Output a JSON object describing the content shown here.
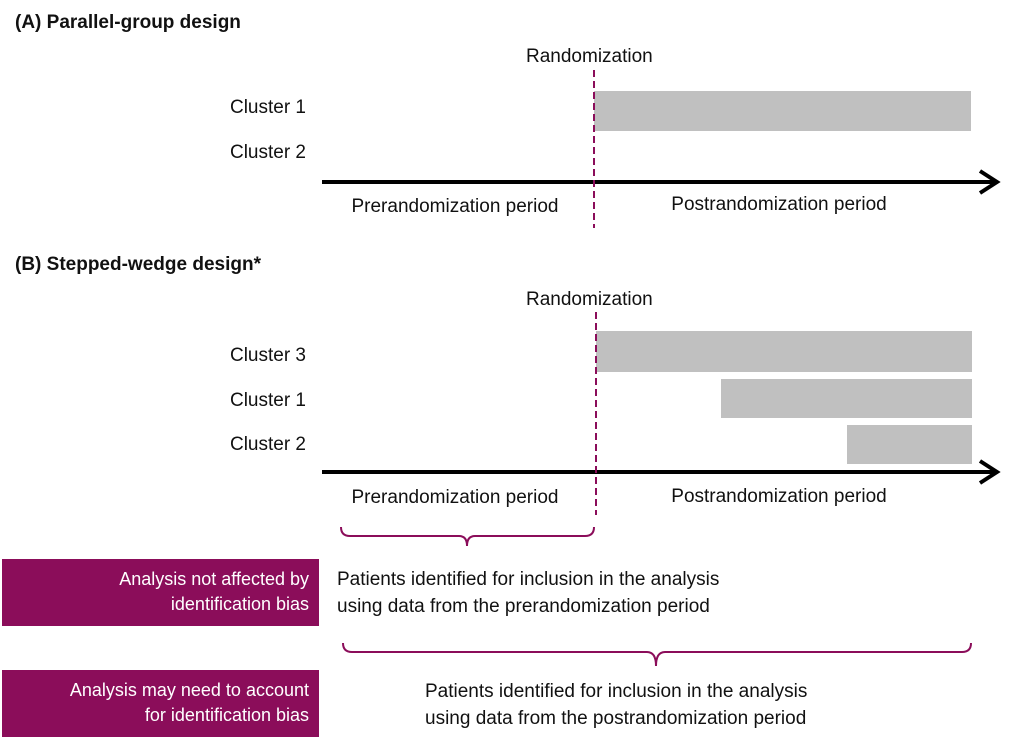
{
  "panel_a": {
    "heading": "(A) Parallel-group design",
    "randomization_label": "Randomization",
    "clusters": [
      "Cluster 1",
      "Cluster 2"
    ],
    "pre_period_label": "Prerandomization period",
    "post_period_label": "Postrandomization period"
  },
  "panel_b": {
    "heading": "(B) Stepped-wedge design*",
    "randomization_label": "Randomization",
    "clusters": [
      "Cluster 3",
      "Cluster 1",
      "Cluster 2"
    ],
    "pre_period_label": "Prerandomization period",
    "post_period_label": "Postrandomization period"
  },
  "legend": {
    "box1": {
      "line1": "Analysis not affected by",
      "line2": "identification bias"
    },
    "note1": {
      "line1": "Patients identified for inclusion in the analysis",
      "line2": "using data from the prerandomization period"
    },
    "box2": {
      "line1": "Analysis may need to account",
      "line2": "for identification bias"
    },
    "note2": {
      "line1": "Patients identified for inclusion in the analysis",
      "line2": "using data from the postrandomization period"
    }
  },
  "colors": {
    "accent": "#8b0d5a",
    "bar": "#c0c0c0",
    "axis": "#000000"
  }
}
